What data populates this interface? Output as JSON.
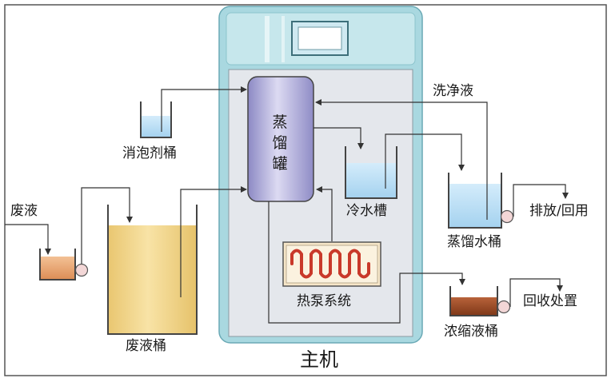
{
  "labels": {
    "evaporator": "蒸馏罐",
    "defoamer_tank": "消泡剂桶",
    "waste_inlet": "废液",
    "waste_tank": "废液桶",
    "cold_water_tank": "冷水槽",
    "heat_pump": "热泵系统",
    "wash_liquid": "洗净液",
    "distilled_tank": "蒸馏水桶",
    "discharge": "排放/回用",
    "concentrate_tank": "浓缩液桶",
    "recycle": "回收处置",
    "main_unit": "主机"
  },
  "colors": {
    "cabinet_frame": "#a9d8e0",
    "cabinet_inner": "#e4e7ec",
    "evaporator_fill": "#b8b6dc",
    "water": "#b7dcf3",
    "waste_liquid": "#f0d48a",
    "small_waste": "#e8a470",
    "concentrate": "#9c4a25",
    "coil": "#c9392a",
    "pipe": "#333333"
  }
}
